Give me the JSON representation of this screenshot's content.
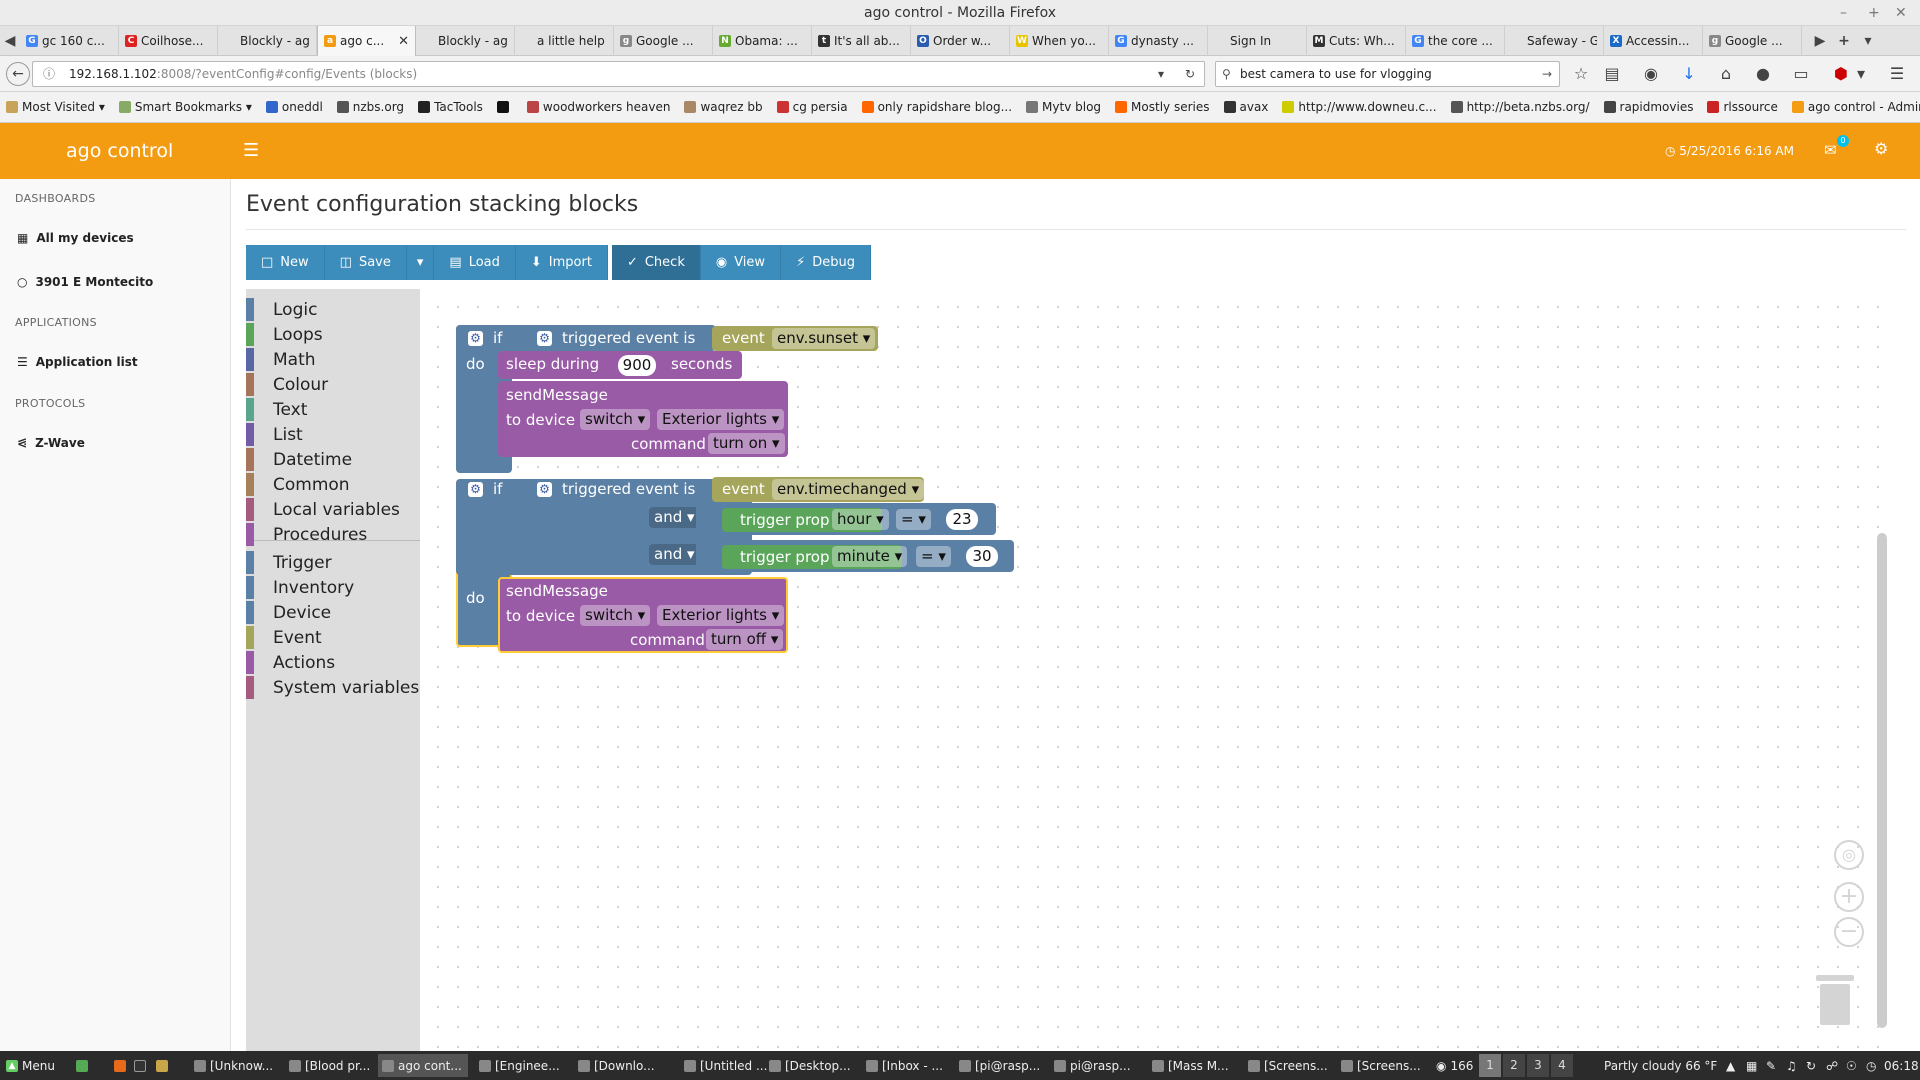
{
  "window": {
    "title": "ago control - Mozilla Firefox"
  },
  "tabs": [
    {
      "label": "gc 160 c...",
      "fav": "G",
      "color": "#4285f4"
    },
    {
      "label": "Coilhose...",
      "fav": "C",
      "color": "#d22"
    },
    {
      "label": "Blockly - ago...",
      "fav": "",
      "color": "#e3e3e3"
    },
    {
      "label": "ago c...",
      "fav": "a",
      "color": "#f39c12",
      "active": true
    },
    {
      "label": "Blockly - ago...",
      "fav": "",
      "color": "#e3e3e3"
    },
    {
      "label": "a little help ...",
      "fav": "",
      "color": "#e3e3e3"
    },
    {
      "label": "Google ...",
      "fav": "g",
      "color": "#888"
    },
    {
      "label": "Obama: ...",
      "fav": "N",
      "color": "#6a3"
    },
    {
      "label": "It's all ab...",
      "fav": "t",
      "color": "#333"
    },
    {
      "label": "Order w...",
      "fav": "O",
      "color": "#2a5db0"
    },
    {
      "label": "When yo...",
      "fav": "W",
      "color": "#e8c400"
    },
    {
      "label": "dynasty ...",
      "fav": "G",
      "color": "#4285f4"
    },
    {
      "label": "Sign In",
      "fav": "",
      "color": "#e3e3e3"
    },
    {
      "label": "Cuts: Wh...",
      "fav": "M",
      "color": "#333"
    },
    {
      "label": "the core ...",
      "fav": "G",
      "color": "#4285f4"
    },
    {
      "label": "Safeway - Gr...",
      "fav": "",
      "color": "#e3e3e3"
    },
    {
      "label": "Accessin...",
      "fav": "X",
      "color": "#1b6ac9"
    },
    {
      "label": "Google ...",
      "fav": "g",
      "color": "#888"
    }
  ],
  "nav": {
    "url_main": "192.168.1.102",
    "url_rest": ":8008/?eventConfig#config/Events (blocks)",
    "search": "best camera to use for vlogging"
  },
  "bookmarks": [
    {
      "label": "Most Visited ▾",
      "color": "#c8a45a"
    },
    {
      "label": "Smart Bookmarks ▾",
      "color": "#8a6"
    },
    {
      "label": "oneddl",
      "color": "#36c"
    },
    {
      "label": "nzbs.org",
      "color": "#555"
    },
    {
      "label": "TacTools",
      "color": "#222"
    },
    {
      "label": "",
      "color": "#111"
    },
    {
      "label": "woodworkers heaven",
      "color": "#b44"
    },
    {
      "label": "waqrez bb",
      "color": "#a86"
    },
    {
      "label": "cg persia",
      "color": "#c33"
    },
    {
      "label": "only rapidshare blog...",
      "color": "#f60"
    },
    {
      "label": "Mytv blog",
      "color": "#777"
    },
    {
      "label": "Mostly series",
      "color": "#f60"
    },
    {
      "label": "avax",
      "color": "#333"
    },
    {
      "label": "http://www.downeu.c...",
      "color": "#cc0"
    },
    {
      "label": "http://beta.nzbs.org/",
      "color": "#555"
    },
    {
      "label": "rapidmovies",
      "color": "#444"
    },
    {
      "label": "rlssource",
      "color": "#c22"
    },
    {
      "label": "ago control - Adminis...",
      "color": "#f39c12"
    }
  ],
  "app": {
    "brand": "ago control",
    "clock": "5/25/2016 6:16 AM",
    "notif_count": "0"
  },
  "sidebar": {
    "sections": [
      {
        "header": "DASHBOARDS",
        "items": [
          {
            "label": "All my devices",
            "icon": "grid-icon"
          },
          {
            "label": "3901 E Montecito",
            "icon": "circle-icon"
          }
        ]
      },
      {
        "header": "APPLICATIONS",
        "items": [
          {
            "label": "Application list",
            "icon": "list-icon"
          }
        ]
      },
      {
        "header": "PROTOCOLS",
        "items": [
          {
            "label": "Z-Wave",
            "icon": "share-icon"
          }
        ]
      }
    ]
  },
  "page": {
    "title": "Event configuration stacking blocks"
  },
  "toolbar": {
    "new": "New",
    "save": "Save",
    "load": "Load",
    "import": "Import",
    "check": "Check",
    "view": "View",
    "debug": "Debug"
  },
  "toolbox": {
    "categories": [
      {
        "label": "Logic",
        "color": "#5b80a5"
      },
      {
        "label": "Loops",
        "color": "#5ba55b"
      },
      {
        "label": "Math",
        "color": "#5b67a5"
      },
      {
        "label": "Colour",
        "color": "#a5745b"
      },
      {
        "label": "Text",
        "color": "#5ba58c"
      },
      {
        "label": "List",
        "color": "#745ba5"
      },
      {
        "label": "Datetime",
        "color": "#a5745b"
      },
      {
        "label": "Common",
        "color": "#a5805b"
      },
      {
        "label": "Local variables",
        "color": "#a55b80"
      },
      {
        "label": "Procedures",
        "color": "#995ba5"
      }
    ],
    "categories2": [
      {
        "label": "Trigger",
        "color": "#5b80a5"
      },
      {
        "label": "Inventory",
        "color": "#5b80a5"
      },
      {
        "label": "Device",
        "color": "#5b80a5"
      },
      {
        "label": "Event",
        "color": "#a5a55b"
      },
      {
        "label": "Actions",
        "color": "#995ba5"
      },
      {
        "label": "System variables",
        "color": "#a55b80"
      }
    ]
  },
  "blocks": {
    "if": "if",
    "do": "do",
    "triggered": "triggered event is",
    "event": "event",
    "event1": "env.sunset",
    "sleep_during": "sleep during",
    "sleep_value": "900",
    "seconds": "seconds",
    "send": "sendMessage",
    "to_device": "to device",
    "dev_type": "switch",
    "dev_name": "Exterior lights",
    "command": "command",
    "cmd1": "turn on",
    "event2": "env.timechanged",
    "and": "and",
    "trigger_prop": "trigger prop",
    "prop1": "hour",
    "op": "=",
    "val1": "23",
    "prop2": "minute",
    "val2": "30",
    "cmd2": "turn off"
  },
  "taskbar": {
    "menu": "Menu",
    "tasks": [
      {
        "label": "[Unknow..."
      },
      {
        "label": "[Blood pr..."
      },
      {
        "label": "ago cont...",
        "active": true
      },
      {
        "label": "[Enginee..."
      },
      {
        "label": "[Downlo..."
      },
      {
        "label": "[Untitled ..."
      },
      {
        "label": "[Desktop..."
      },
      {
        "label": "[Inbox - ..."
      },
      {
        "label": "[pi@rasp..."
      },
      {
        "label": "pi@rasp..."
      },
      {
        "label": "[Mass M..."
      },
      {
        "label": "[Screens..."
      },
      {
        "label": "[Screens..."
      }
    ],
    "count": "166",
    "workspaces": [
      "1",
      "2",
      "3",
      "4"
    ],
    "weather": "Partly cloudy 66 °F",
    "time": "06:18"
  }
}
